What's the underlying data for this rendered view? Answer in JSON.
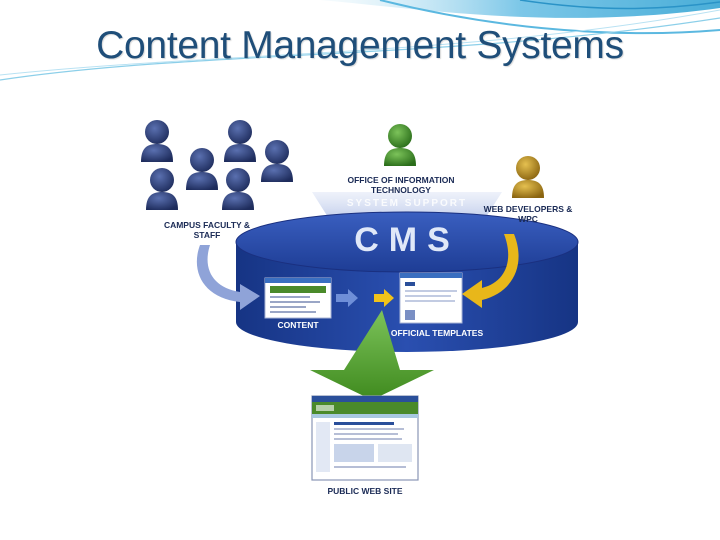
{
  "slide": {
    "title": "Content Management Systems"
  },
  "diagram": {
    "cms_label": "CMS",
    "system_support_label": "SYSTEM SUPPORT",
    "groups": {
      "faculty": "CAMPUS FACULTY & STAFF",
      "oit": "OFFICE OF INFORMATION TECHNOLOGY",
      "webdev": "WEB DEVELOPERS & WPC"
    },
    "content_label": "CONTENT",
    "templates_label": "OFFICIAL TEMPLATES",
    "public_label": "PUBLIC WEB SITE"
  },
  "colors": {
    "title": "#1f4e79",
    "cylinder": "#1f3f94",
    "faculty_arrow": "#8fa3d8",
    "dev_arrow": "#e8b71a",
    "down_arrow": "#4f9a26",
    "person_blue": "#2c3f7a",
    "person_green": "#3a8d2a",
    "person_gold": "#b88a18"
  }
}
